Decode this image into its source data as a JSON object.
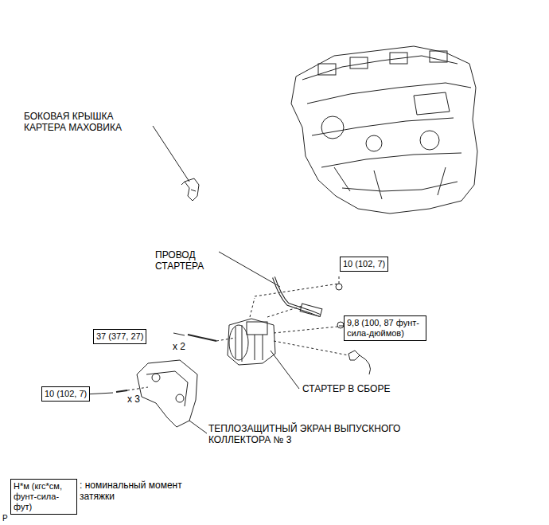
{
  "diagram": {
    "nodes": [
      {
        "text": [
          "10 (102, 7)"
        ]
      },
      {
        "text": [
          "9,8 (100, 87 фунт-сила-дюймов)"
        ]
      },
      {
        "text": [
          "37 (377, 27)"
        ]
      },
      {
        "text": [
          "10 (102, 7)"
        ]
      },
      {
        "text": [
          "Н*м (кгс*см, фунт-сила-фут)"
        ]
      }
    ],
    "labels": [
      "БОКОВАЯ КРЫШКА КАРТЕРА МАХОВИКА",
      "ПРОВОД СТАРТЕРА",
      "x 2",
      "x 3",
      "СТАРТЕР В СБОРЕ",
      "ТЕПЛОЗАЩИТНЫЙ ЭКРАН ВЫПУСКНОГО КОЛЛЕКТОРА № 3",
      ": номинальный момент затяжки",
      "P"
    ]
  }
}
